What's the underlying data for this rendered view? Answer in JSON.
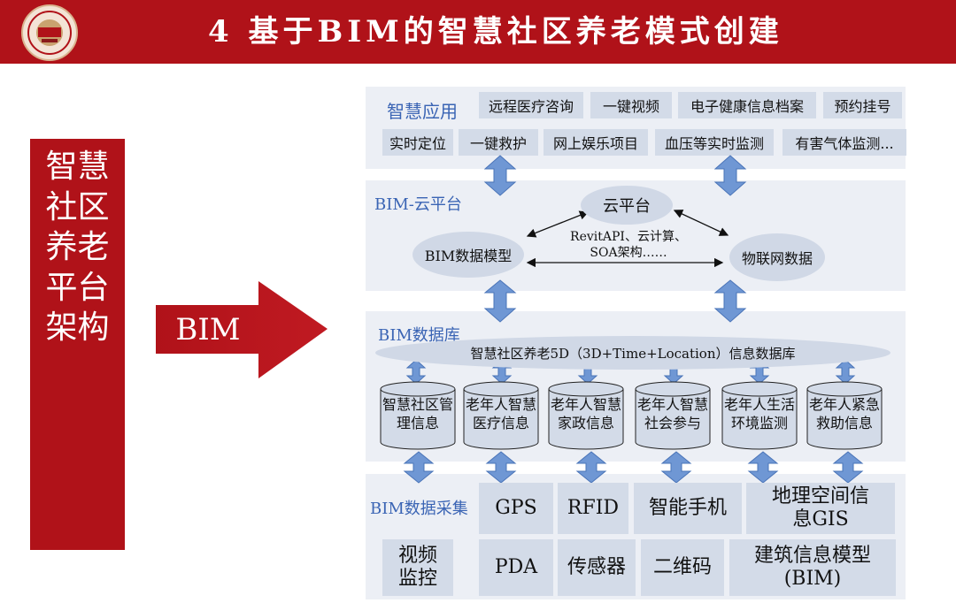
{
  "slide": {
    "title": "4  基于BIM的智慧社区养老模式创建",
    "side_label": "智慧社区养老平台架构",
    "arrow_label": "BIM"
  },
  "layers": {
    "apps": {
      "title": "智慧应用",
      "items": [
        "远程医疗咨询",
        "一键视频",
        "电子健康信息档案",
        "预约挂号",
        "实时定位",
        "一键救护",
        "网上娱乐项目",
        "血压等实时监测",
        "有害气体监测..."
      ]
    },
    "cloud": {
      "title": "BIM-云平台",
      "center": "云平台",
      "left": "BIM数据模型",
      "right": "物联网数据",
      "tech_line1": "RevitAPI、云计算、",
      "tech_line2": "SOA架构……"
    },
    "database": {
      "title": "BIM数据库",
      "main": "智慧社区养老5D（3D+Time+Location）信息数据库",
      "stores": [
        "智慧社区管理信息",
        "老年人智慧医疗信息",
        "老年人智慧家政信息",
        "老年人智慧社会参与",
        "老年人生活环境监测",
        "老年人紧急救助信息"
      ]
    },
    "collect": {
      "title": "BIM数据采集",
      "items": [
        "GPS",
        "RFID",
        "智能手机",
        "地理空间信息GIS",
        "视频监控",
        "PDA",
        "传感器",
        "二维码",
        "建筑信息模型(BIM)"
      ]
    }
  },
  "colors": {
    "brand_red": "#b01219",
    "panel": "#eceff5",
    "cell": "#d3dbe8",
    "heading_blue": "#3a64b4",
    "arrow_blue": "#6f97d4"
  }
}
